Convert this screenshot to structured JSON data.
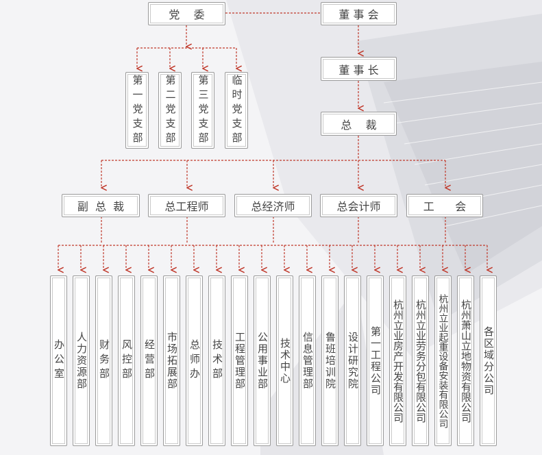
{
  "top": {
    "party_committee": "党    委",
    "board": "董 事 会",
    "chairman": "董 事 长",
    "president": "总    裁"
  },
  "party_branches": [
    "第一党支部",
    "第二党支部",
    "第三党支部",
    "临时党支部"
  ],
  "executives": [
    "副  总  裁",
    "总工程师",
    "总经济师",
    "总会计师",
    "工      会"
  ],
  "departments": [
    "办公室",
    "人力资源部",
    "财务部",
    "风控部",
    "经营部",
    "市场拓展部",
    "总师办",
    "技术部",
    "工程管理部",
    "公用事业部",
    "技术中心",
    "信息管理部",
    "鲁班培训院",
    "设计研究院",
    "第一工程公司",
    "杭州立业房产开发有限公司",
    "杭州立业劳务分包有限公司",
    "杭州立业起重设备安装有限公司",
    "杭州萧山立地物资有限公司",
    "各区域分公司"
  ],
  "colors": {
    "connector": "#c0392b",
    "border": "#9a9a9a",
    "background": "#f4f4f6"
  }
}
